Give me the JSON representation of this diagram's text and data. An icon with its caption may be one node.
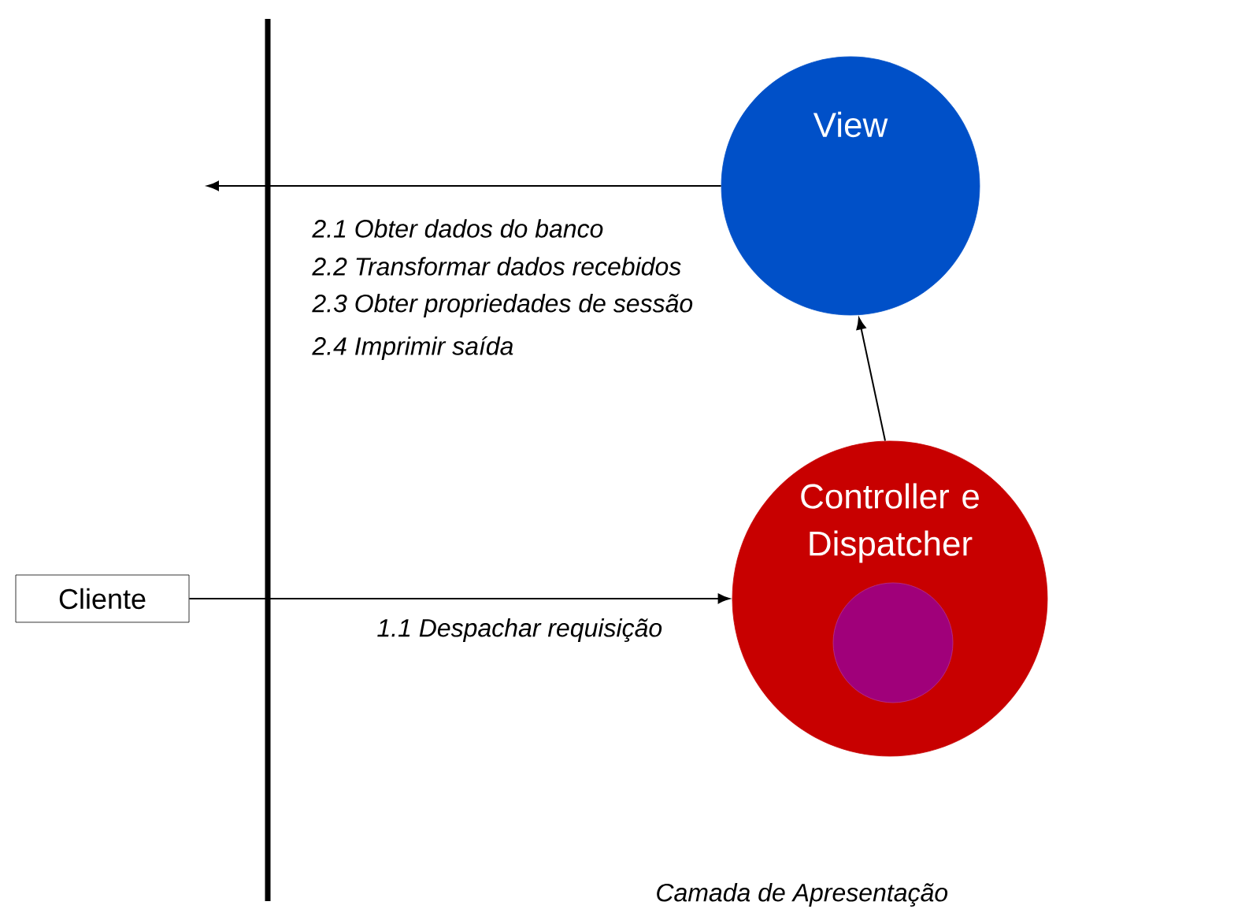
{
  "diagram": {
    "nodes": [
      {
        "text": [
          "View"
        ]
      },
      {
        "text": [
          "Controller e Dispatcher"
        ]
      },
      {
        "text": [],
        "shape": "circle",
        "in": 1
      },
      {
        "text": [
          "Cliente"
        ]
      }
    ],
    "edges": [
      {
        "from": 0,
        "to": null,
        "arrow": "to"
      },
      {
        "from": 1,
        "to": 0,
        "arrow": "to"
      },
      {
        "from": 3,
        "to": 1,
        "arrow": "to",
        "label": "1.1 Despachar requisição"
      }
    ],
    "labels": [
      "2.1 Obter dados do banco",
      "2.2 Transformar dados recebidos",
      "2.3 Obter propriedades de sessão",
      "2.4 Imprimir saída",
      "Camada de Apresentação"
    ]
  }
}
